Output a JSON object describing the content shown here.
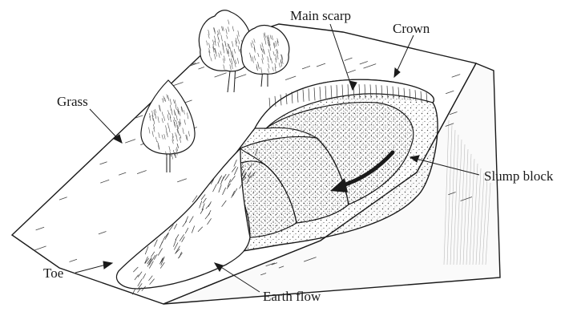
{
  "diagram": {
    "labels": {
      "main_scarp": "Main scarp",
      "crown": "Crown",
      "grass": "Grass",
      "slump_block": "Slump block",
      "toe": "Toe",
      "earth_flow": "Earth flow"
    },
    "colors": {
      "ink": "#1a1a1a",
      "ground": "#ffffff",
      "stipple": "#555555",
      "cliff": "#f7f7f7"
    }
  }
}
